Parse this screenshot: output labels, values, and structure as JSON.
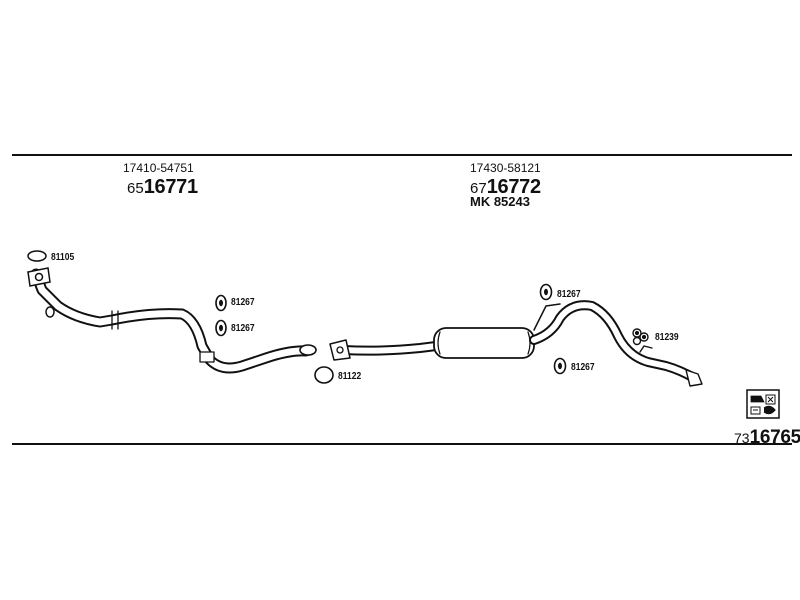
{
  "groups": [
    {
      "oem": "17410-54751",
      "prefix": "65",
      "number": "16771"
    },
    {
      "oem": "17430-58121",
      "prefix": "67",
      "number": "16772",
      "kit": "MK 85243"
    }
  ],
  "parts": {
    "gasket_front": "81105",
    "hanger_front_1": "81267",
    "hanger_front_2": "81267",
    "ring_mid": "81122",
    "hanger_rear_top": "81267",
    "hanger_rear_bottom": "81267",
    "bolt_rear": "81239"
  },
  "reference": {
    "prefix": "73",
    "number": "16765"
  }
}
